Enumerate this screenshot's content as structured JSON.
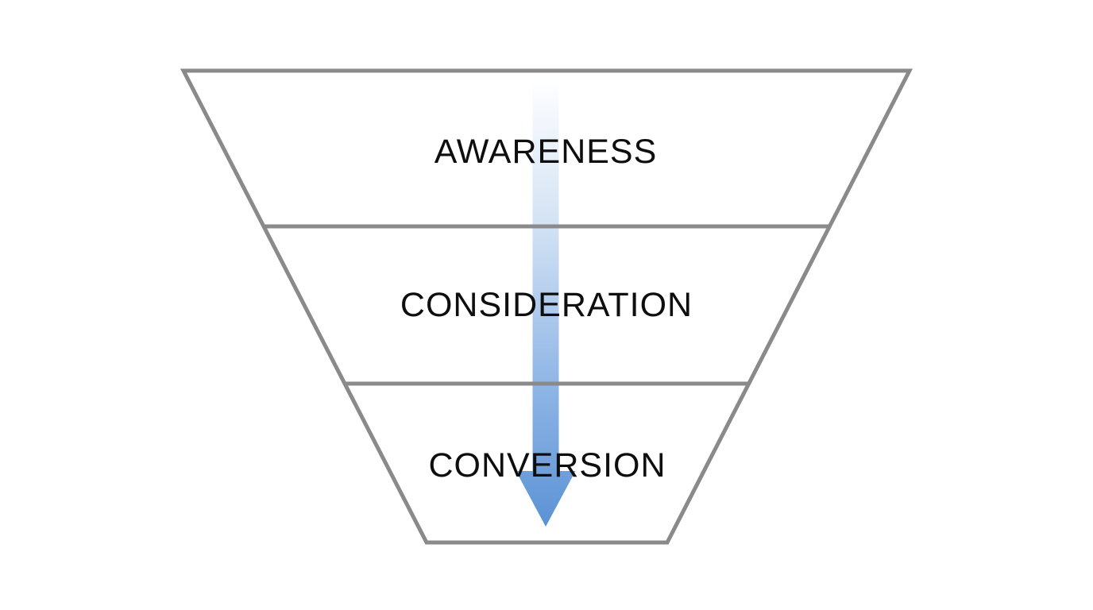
{
  "funnel": {
    "stages": [
      {
        "label": "AWARENESS"
      },
      {
        "label": "CONSIDERATION"
      },
      {
        "label": "CONVERSION"
      }
    ]
  },
  "icons": {
    "down_arrow": "down-arrow-icon"
  },
  "colors": {
    "background": "#ffffff",
    "outline": "#8a8a8a",
    "text": "#0e0e0e",
    "arrow_gradient_top": "#fdfeff",
    "arrow_gradient_mid1": "#d3e2f4",
    "arrow_gradient_mid2": "#94b9e7",
    "arrow_gradient_bottom": "#5b92d5"
  }
}
